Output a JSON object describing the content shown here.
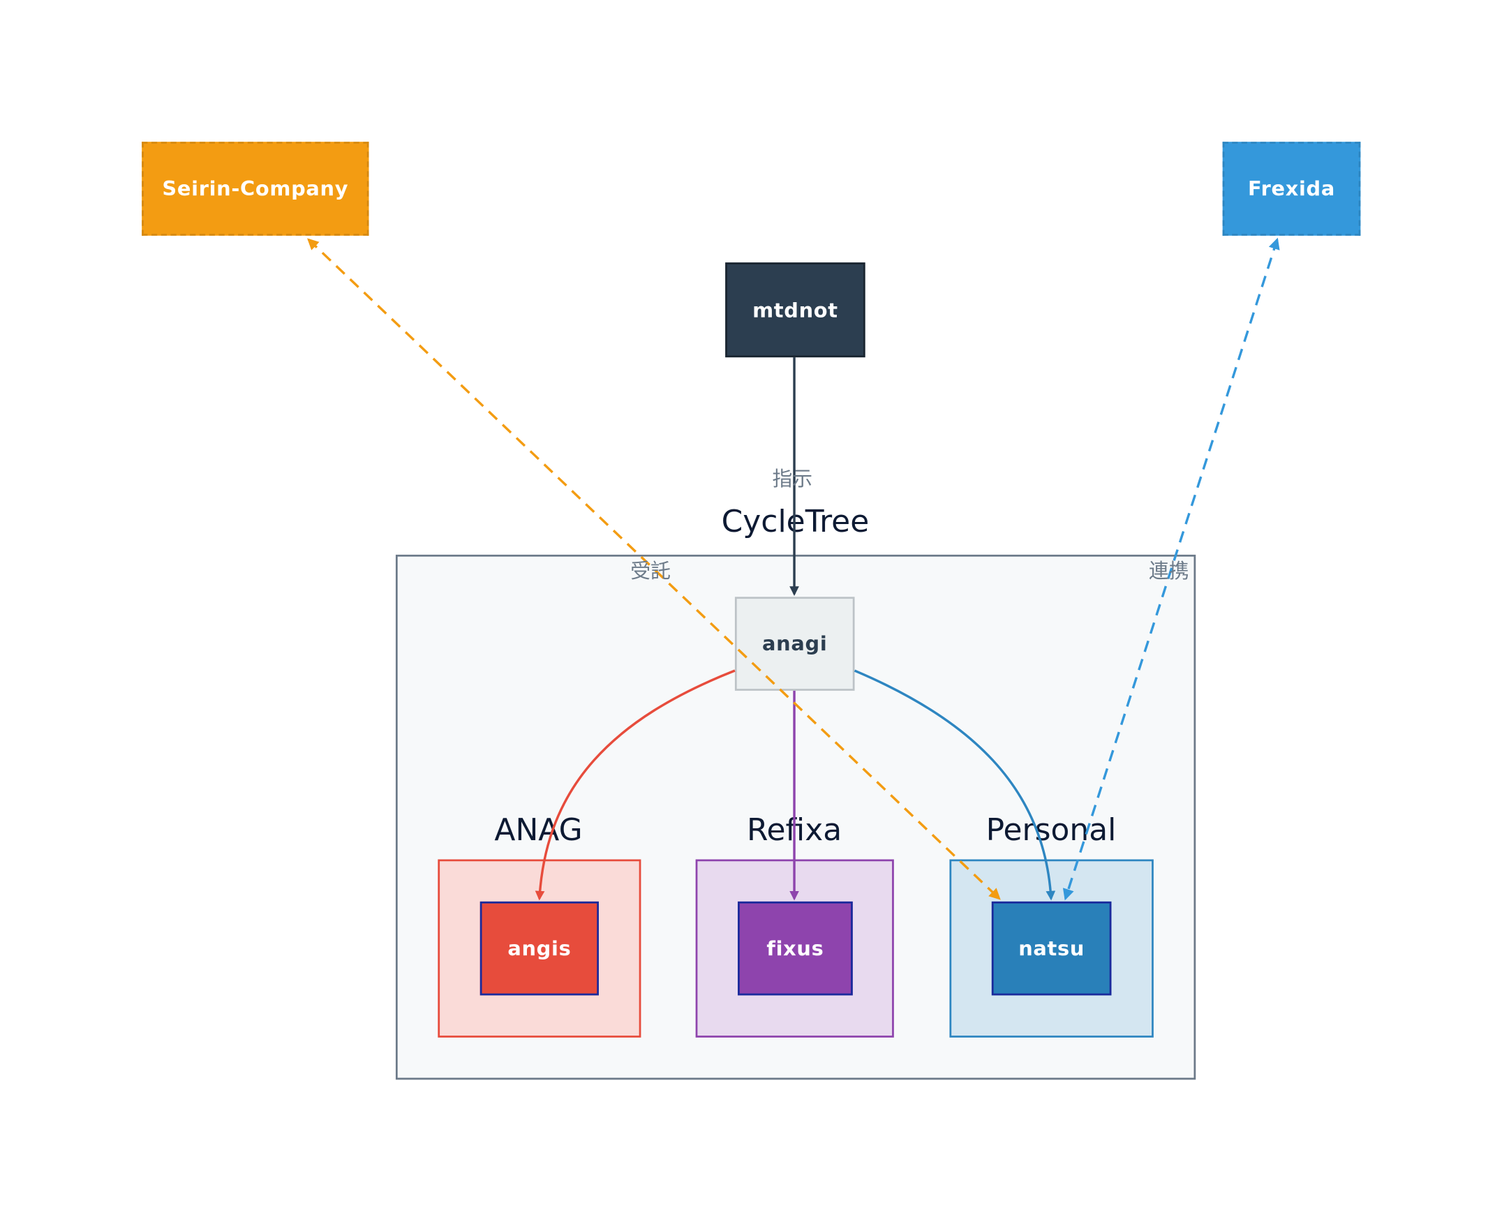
{
  "diagram": {
    "main_cluster": {
      "title": "CycleTree"
    },
    "clusters": [
      {
        "id": "anag",
        "title": "ANAG",
        "color": "#e74c3c",
        "fill": "#fadbd8"
      },
      {
        "id": "refixa",
        "title": "Refixa",
        "color": "#8e44ad",
        "fill": "#e8daef"
      },
      {
        "id": "personal",
        "title": "Personal",
        "color": "#2e86c1",
        "fill": "#d4e6f1"
      }
    ],
    "nodes": {
      "seirin": {
        "label": "Seirin-Company",
        "color": "#f39c12"
      },
      "frexida": {
        "label": "Frexida",
        "color": "#3498db"
      },
      "mtdnot": {
        "label": "mtdnot",
        "color": "#2c3e50"
      },
      "anagi": {
        "label": "anagi",
        "color": "#ecf0f1"
      },
      "angis": {
        "label": "angis",
        "color": "#e74c3c"
      },
      "fixus": {
        "label": "fixus",
        "color": "#8e44ad"
      },
      "natsu": {
        "label": "natsu",
        "color": "#2980b9"
      }
    },
    "edges": [
      {
        "from": "mtdnot",
        "to": "anagi",
        "label": "指示",
        "style": "solid",
        "color": "#2c3e50"
      },
      {
        "from": "anagi",
        "to": "angis",
        "label": "",
        "style": "solid",
        "color": "#e74c3c"
      },
      {
        "from": "anagi",
        "to": "fixus",
        "label": "",
        "style": "solid",
        "color": "#8e44ad"
      },
      {
        "from": "anagi",
        "to": "natsu",
        "label": "",
        "style": "solid",
        "color": "#2e86c1"
      },
      {
        "from": "seirin",
        "to": "natsu",
        "label": "受託",
        "style": "dashed",
        "bidirectional": true,
        "color": "#f39c12"
      },
      {
        "from": "frexida",
        "to": "natsu",
        "label": "連携",
        "style": "dashed",
        "bidirectional": true,
        "color": "#3498db"
      }
    ]
  }
}
